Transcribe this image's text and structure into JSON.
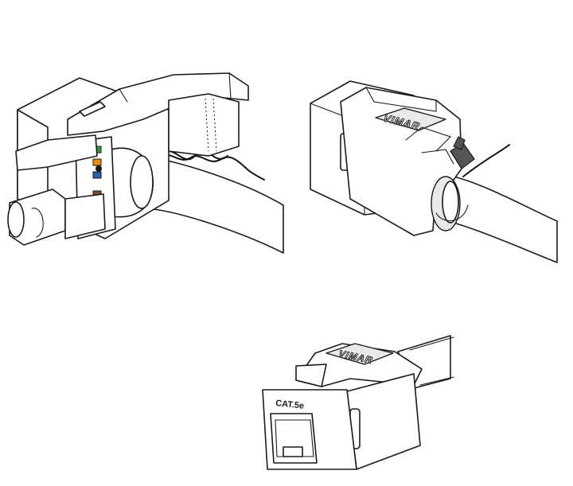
{
  "figures": [
    {
      "id": "step-1",
      "label": ""
    },
    {
      "id": "step-2",
      "brand_text": "VIMAR"
    },
    {
      "id": "step-3",
      "brand_text": "VIMAR",
      "category_text": "CAT.5e"
    }
  ],
  "colors": {
    "line": "#1a1a1a",
    "fill": "#ffffff",
    "shade": "#e9e9e9",
    "tie": "#555555",
    "pair_green": "#2e9e3a",
    "pair_orange": "#f08a12",
    "pair_brown": "#7a4a2a",
    "pair_blue": "#2a5fb0"
  }
}
